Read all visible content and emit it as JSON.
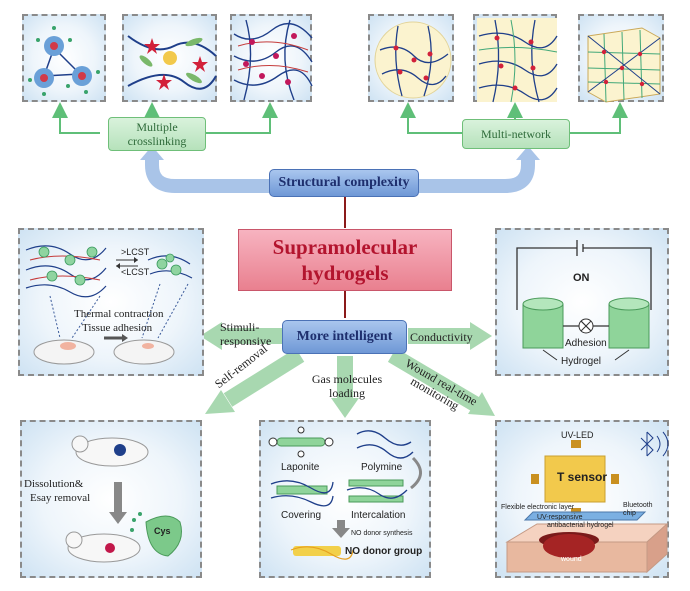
{
  "center": {
    "title": "Supramolecular hydrogels",
    "structural": "Structural complexity",
    "intelligent": "More intelligent"
  },
  "top": {
    "multiple_crosslinking": "Multiple crosslinking",
    "multi_network": "Multi-network"
  },
  "branches": {
    "stimuli": "Stimuli-responsive",
    "conductivity": "Conductivity",
    "self_removal": "Self-removal",
    "gas_loading": "Gas molecules loading",
    "wound_monitoring": "Wound real-time monitoring"
  },
  "panel_thermal": {
    "above_lcst": ">LCST",
    "below_lcst": "<LCST",
    "caption_line1": "Thermal contraction",
    "caption_line2": "Tissue adhesion"
  },
  "panel_conductivity": {
    "on": "ON",
    "adhesion": "Adhesion",
    "hydrogel": "Hydrogel"
  },
  "panel_self_removal": {
    "caption_line1": "Dissolution&",
    "caption_line2": "Esay removal",
    "cys": "Cys"
  },
  "panel_gas": {
    "laponite": "Laponite",
    "polymine": "Polymine",
    "covering": "Covering",
    "intercalation": "Intercalation",
    "no_synthesis": "NO donor synthesis",
    "no_group": "NO donor group"
  },
  "panel_wound": {
    "uv_led": "UV-LED",
    "t_sensor": "T sensor",
    "flexible_layer": "Flexible electronic layer",
    "bluetooth": "Bluetooth chip",
    "uv_responsive": "UV-responsive",
    "antibacterial": "antibacterial hydrogel",
    "wound": "wound"
  },
  "colors": {
    "title_text": "#b3142e",
    "arrow_blue": "#a9c4e8",
    "arrow_green": "#a8d8b0",
    "green_line": "#5fbf78",
    "dark_red_line": "#8b1a1a"
  }
}
